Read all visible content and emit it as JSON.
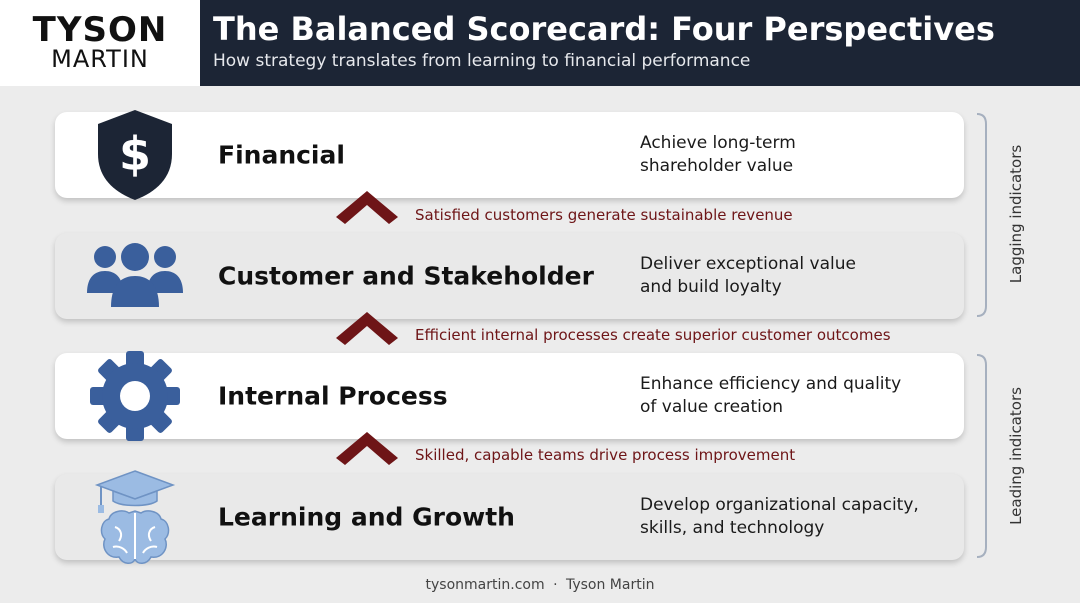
{
  "logo": {
    "line1": "TYSON",
    "line2": "MARTIN"
  },
  "header": {
    "title": "The Balanced Scorecard: Four Perspectives",
    "subtitle": "How strategy translates from learning to financial performance"
  },
  "perspectives": [
    {
      "title": "Financial",
      "desc_line1": "Achieve long-term",
      "desc_line2": "shareholder value",
      "icon": "shield-dollar-icon"
    },
    {
      "title": "Customer and Stakeholder",
      "desc_line1": "Deliver exceptional value",
      "desc_line2": "and build loyalty",
      "icon": "people-group-icon"
    },
    {
      "title": "Internal Process",
      "desc_line1": "Enhance efficiency and quality",
      "desc_line2": "of value creation",
      "icon": "gear-icon"
    },
    {
      "title": "Learning and Growth",
      "desc_line1": "Develop organizational capacity,",
      "desc_line2": "skills, and technology",
      "icon": "graduation-brain-icon"
    }
  ],
  "links": [
    "Satisfied customers generate sustainable revenue",
    "Efficient internal processes create superior customer outcomes",
    "Skilled, capable teams drive process improvement"
  ],
  "side_labels": {
    "lagging": "Lagging indicators",
    "leading": "Leading indicators"
  },
  "footer": {
    "site": "tysonmartin.com",
    "separator": "·",
    "author": "Tyson Martin"
  },
  "colors": {
    "header_bg": "#1c2535",
    "icon_navy": "#1c2535",
    "icon_blue": "#3a5f9c",
    "icon_light_blue": "#9bbbe3",
    "arrow": "#6e1517",
    "page_bg": "#ececec"
  }
}
